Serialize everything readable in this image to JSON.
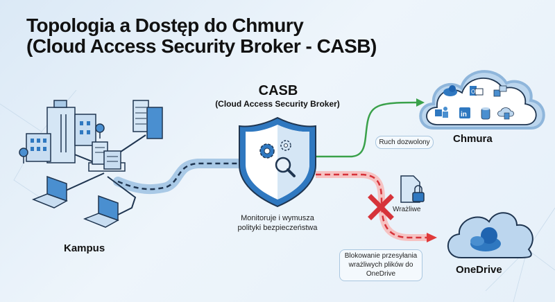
{
  "title": {
    "line1": "Topologia a Dostęp do Chmury",
    "line2": "(Cloud Access Security Broker - CASB)"
  },
  "campus": {
    "label": "Kampus"
  },
  "casb": {
    "name": "CASB",
    "full_name": "(Cloud Access Security Broker)",
    "description_line1": "Monitoruje i wymusza",
    "description_line2": "polityki bezpieczeństwa"
  },
  "cloud": {
    "label": "Chmura",
    "apps": [
      "onedrive-icon",
      "outlook-icon",
      "sharepoint-icon",
      "teams-icon",
      "linkedin-icon",
      "database-icon",
      "cloud-server-icon"
    ]
  },
  "allowed_traffic": {
    "label": "Ruch dozwolony",
    "color": "#3aa14a"
  },
  "blocked_traffic": {
    "color": "#e03a3a"
  },
  "sensitive_file": {
    "label": "Wrażliwe"
  },
  "blocked_note": {
    "line1": "Blokowanie przesyłania",
    "line2": "wrażliwych plików do",
    "line3": "OneDrive"
  },
  "onedrive": {
    "label": "OneDrive"
  },
  "colors": {
    "primary_blue": "#2f78c0",
    "light_blue": "#bcd6ee",
    "outline": "#1f3550"
  }
}
